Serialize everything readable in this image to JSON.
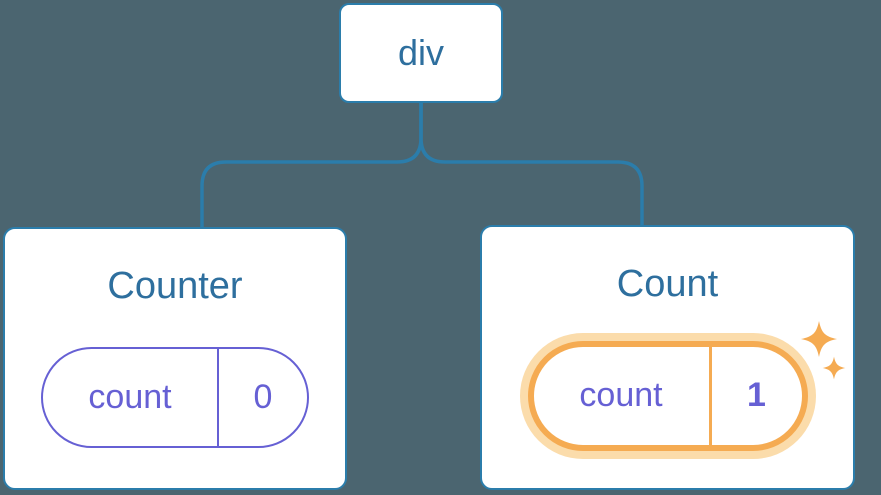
{
  "colors": {
    "background": "#4b6570",
    "connector_blue": "#2b7dab",
    "card_bg": "#ffffff",
    "node_text_blue": "#2e6f9e",
    "state_purple": "#6660d4",
    "highlight_orange": "#f5ab52",
    "highlight_glow": "#fbdcab"
  },
  "tree": {
    "root_label": "div",
    "children": [
      {
        "title": "Counter",
        "state_key": "count",
        "state_value": "0",
        "highlighted": false
      },
      {
        "title": "Count",
        "state_key": "count",
        "state_value": "1",
        "highlighted": true
      }
    ]
  },
  "icons": {
    "sparkle_large": "sparkle-icon",
    "sparkle_small": "sparkle-icon"
  }
}
